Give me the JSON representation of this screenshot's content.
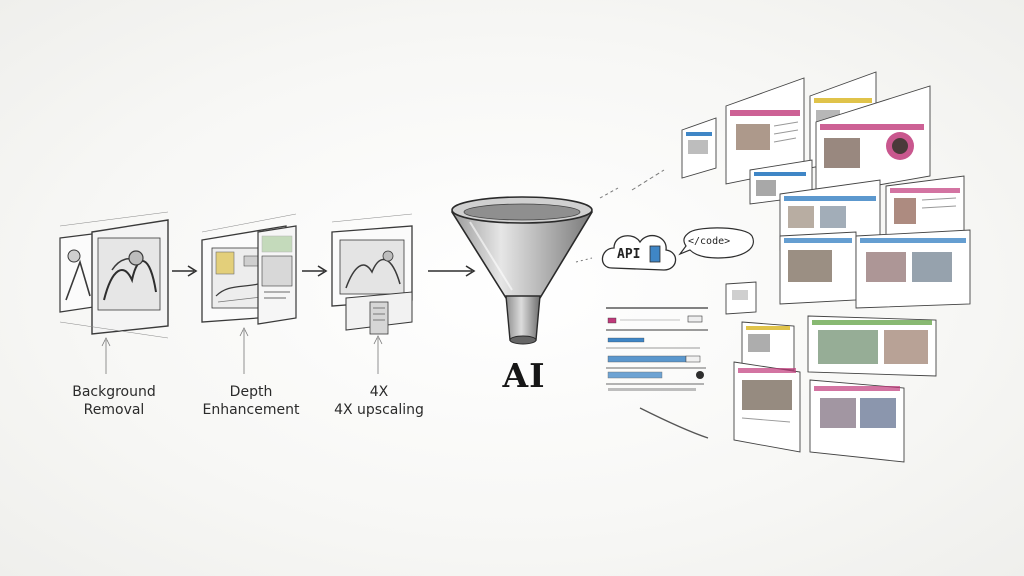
{
  "steps": [
    {
      "line1": "Background",
      "line2": "Removal"
    },
    {
      "line1": "Depth",
      "line2": "Enhancement"
    },
    {
      "line1": "4X",
      "line2": "4X upscaling"
    }
  ],
  "funnel": {
    "label": "AI"
  },
  "api_bubble": {
    "label": "API"
  },
  "code_bubble": {
    "label": "</code>"
  },
  "colors": {
    "ink": "#2a2a2a",
    "accent_blue": "#3f86c6",
    "accent_pink": "#c0397a",
    "accent_green": "#6aa84f",
    "accent_yellow": "#e0c34a"
  },
  "icons": {
    "step_cards": "sketched-photo-frame",
    "funnel": "funnel-icon",
    "api": "cloud-icon",
    "code": "speech-bubble-icon"
  }
}
